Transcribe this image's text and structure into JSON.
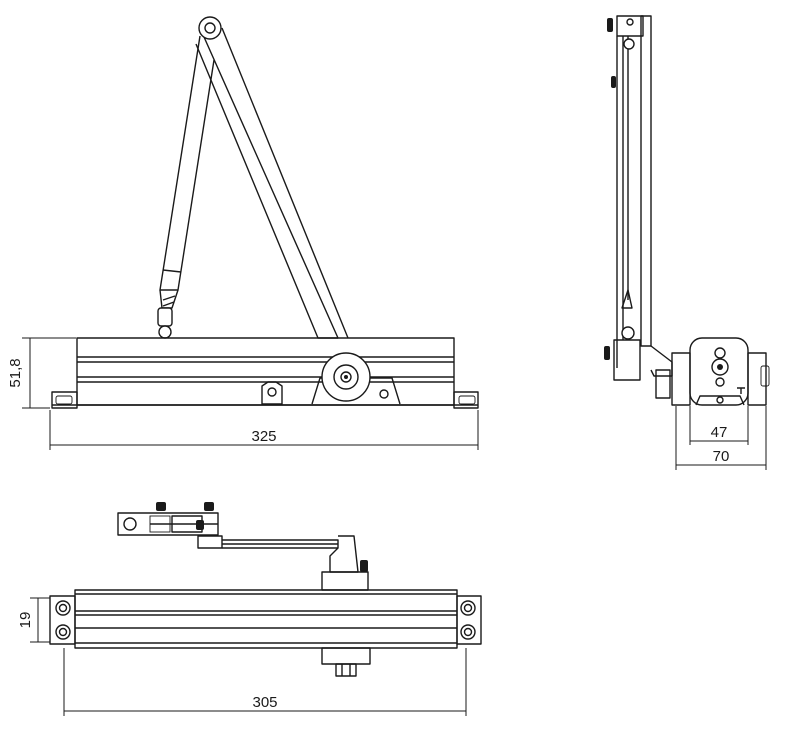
{
  "dimensions": {
    "height_front": "51,8",
    "length_front": "325",
    "depth_inner": "47",
    "depth_outer": "70",
    "height_top": "19",
    "length_top": "305"
  },
  "colors": {
    "line": "#1a1a1a",
    "background": "#ffffff"
  }
}
